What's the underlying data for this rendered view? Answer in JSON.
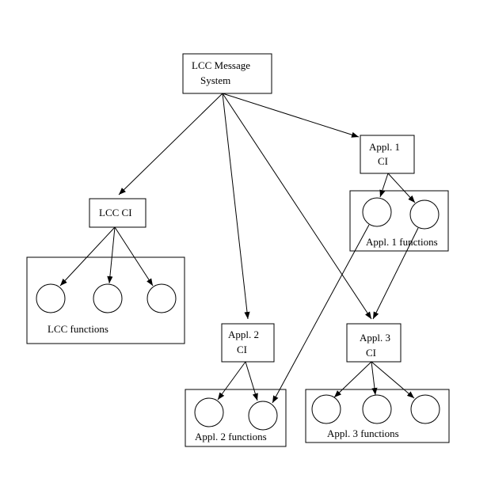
{
  "nodes": {
    "msg_system": {
      "line1": "LCC Message",
      "line2": "System"
    },
    "lcc_ci": {
      "label": "LCC CI"
    },
    "appl1_ci": {
      "line1": "Appl. 1",
      "line2": "CI"
    },
    "appl2_ci": {
      "line1": "Appl. 2",
      "line2": "CI"
    },
    "appl3_ci": {
      "line1": "Appl. 3",
      "line2": "CI"
    }
  },
  "groups": {
    "lcc_functions": {
      "label": "LCC functions"
    },
    "appl1_functions": {
      "label": "Appl. 1 functions"
    },
    "appl2_functions": {
      "label": "Appl. 2 functions"
    },
    "appl3_functions": {
      "label": "Appl. 3 functions"
    }
  },
  "colors": {
    "stroke": "#000000",
    "background": "#ffffff"
  }
}
